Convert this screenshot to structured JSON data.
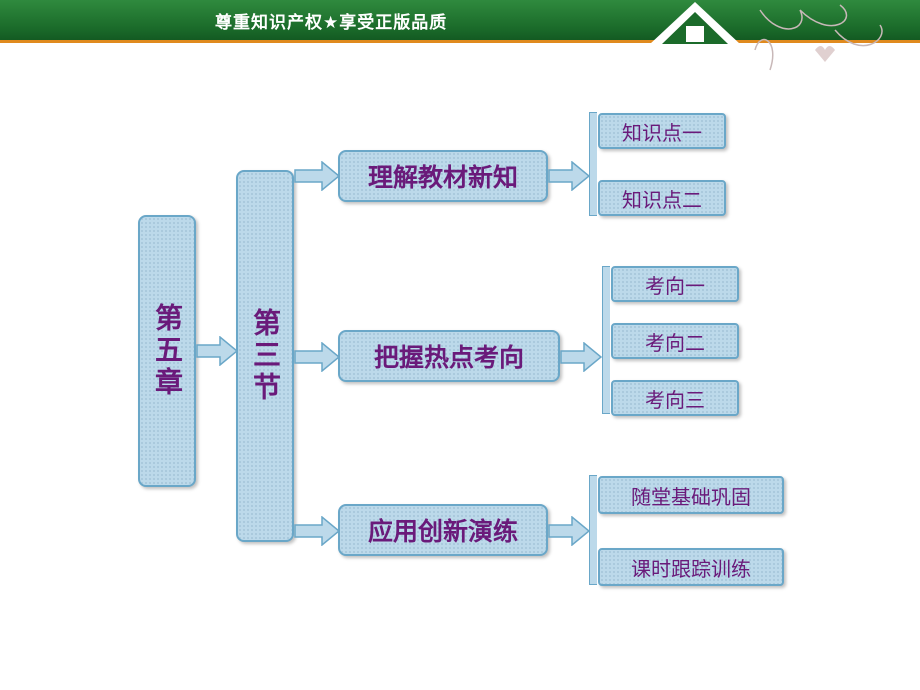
{
  "header": {
    "slogan": "尊重知识产权★享受正版品质"
  },
  "diagram": {
    "chapter": "第五章",
    "section": "第三节",
    "branches": [
      {
        "label": "理解教材新知",
        "items": [
          "知识点一",
          "知识点二"
        ]
      },
      {
        "label": "把握热点考向",
        "items": [
          "考向一",
          "考向二",
          "考向三"
        ]
      },
      {
        "label": "应用创新演练",
        "items": [
          "随堂基础巩固",
          "课时跟踪训练"
        ]
      }
    ]
  },
  "colors": {
    "header_green": "#1b6b2a",
    "header_accent": "#e08a1e",
    "box_fill": "#bcd9ea",
    "text_purple": "#6a1a7a"
  }
}
